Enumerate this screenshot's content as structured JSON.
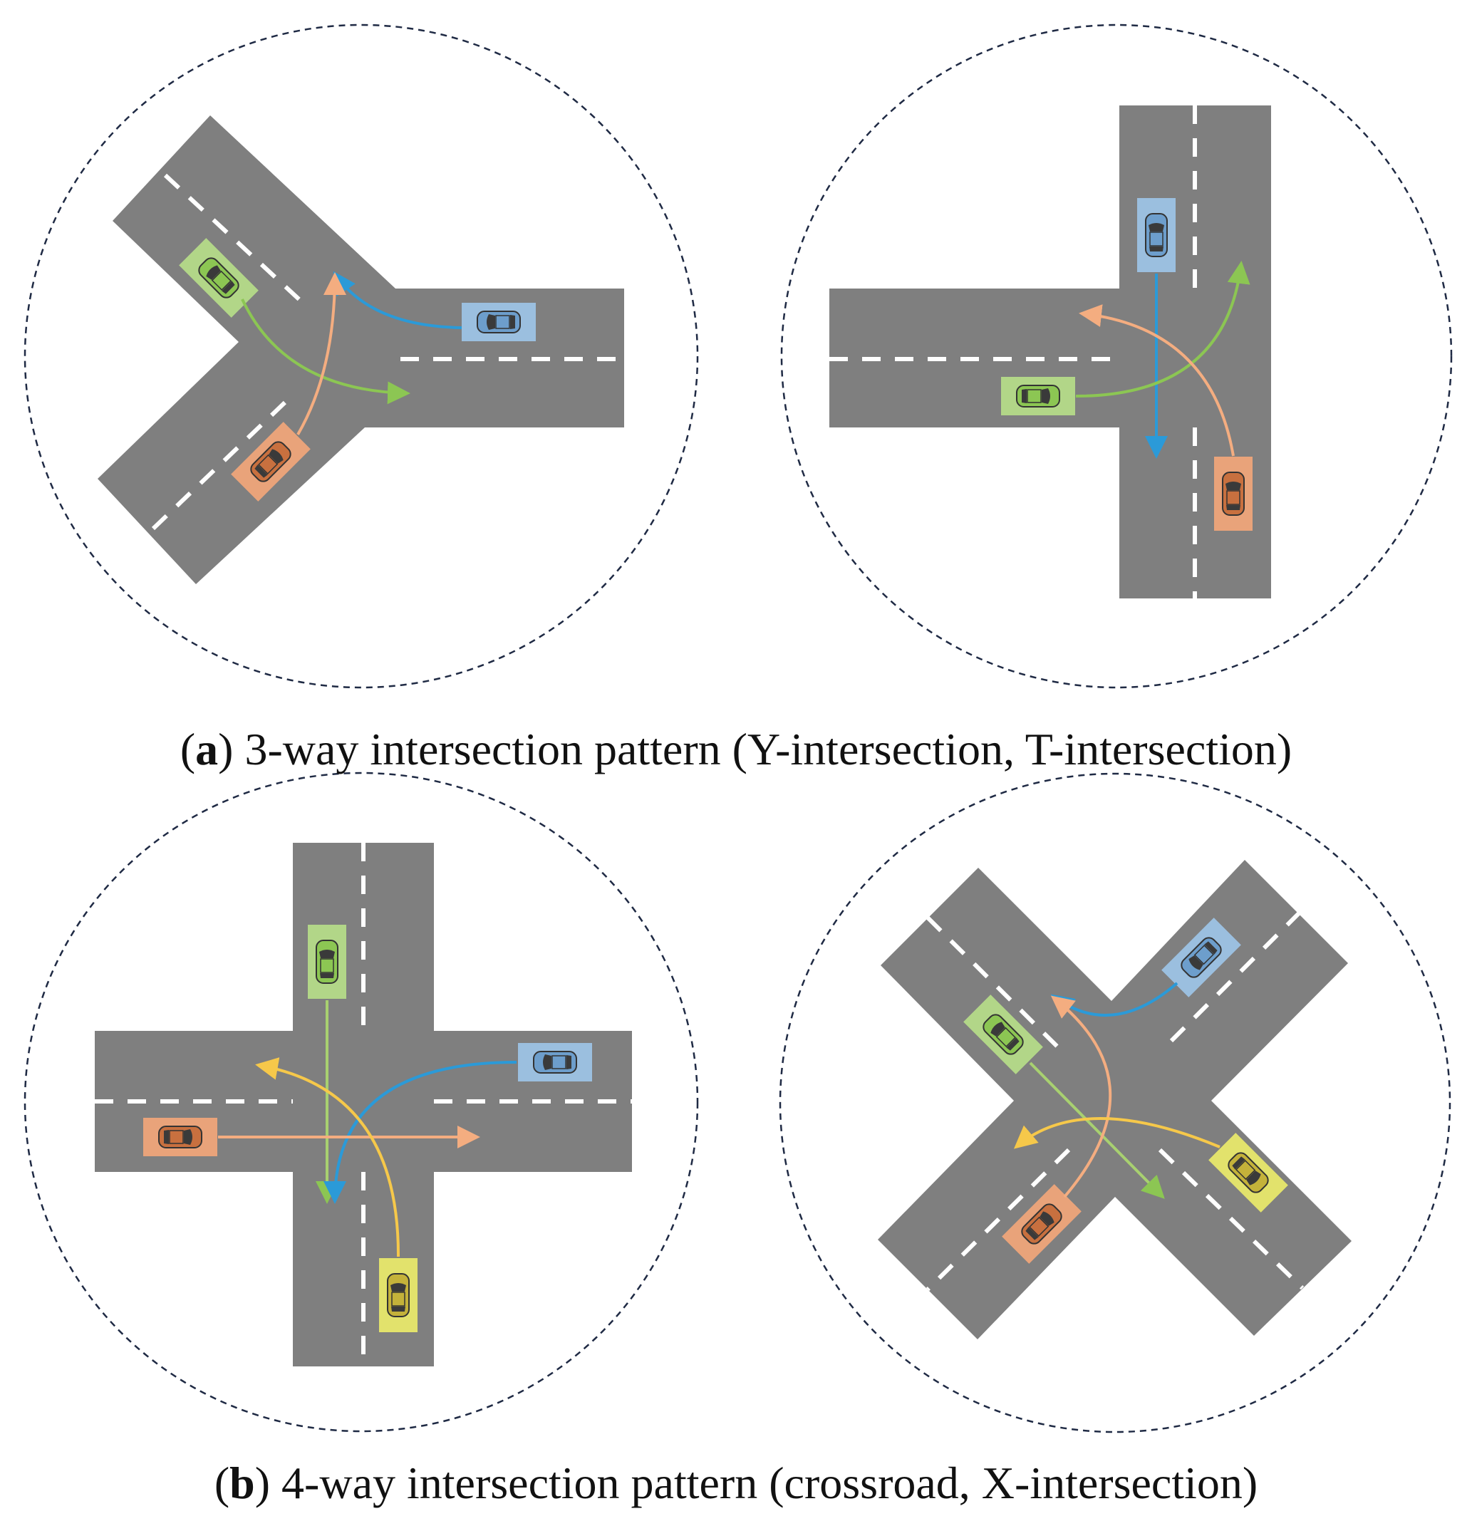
{
  "captions": {
    "a_label": "a",
    "a_text": "3-way intersection pattern (Y-intersection, T-intersection)",
    "b_label": "b",
    "b_text": "4-way intersection pattern (crossroad, X-intersection)"
  },
  "colors": {
    "road": "#7f7f7f",
    "lane_marking": "#ffffff",
    "circle_border": "#1f2a44",
    "green": "#8cc653",
    "blue": "#2b9ad8",
    "orange": "#f4ad80",
    "yellow": "#f6c84a",
    "car_green": "#a8d86e",
    "car_blue": "#8db8e0",
    "car_orange": "#f0a070",
    "car_yellow": "#e6e050"
  },
  "panels": [
    {
      "name": "Y-intersection",
      "vehicles": [
        "green",
        "blue",
        "orange"
      ]
    },
    {
      "name": "T-intersection",
      "vehicles": [
        "blue",
        "green",
        "orange"
      ]
    },
    {
      "name": "crossroad",
      "vehicles": [
        "green",
        "blue",
        "orange",
        "yellow"
      ]
    },
    {
      "name": "X-intersection",
      "vehicles": [
        "green",
        "blue",
        "orange",
        "yellow"
      ]
    }
  ]
}
